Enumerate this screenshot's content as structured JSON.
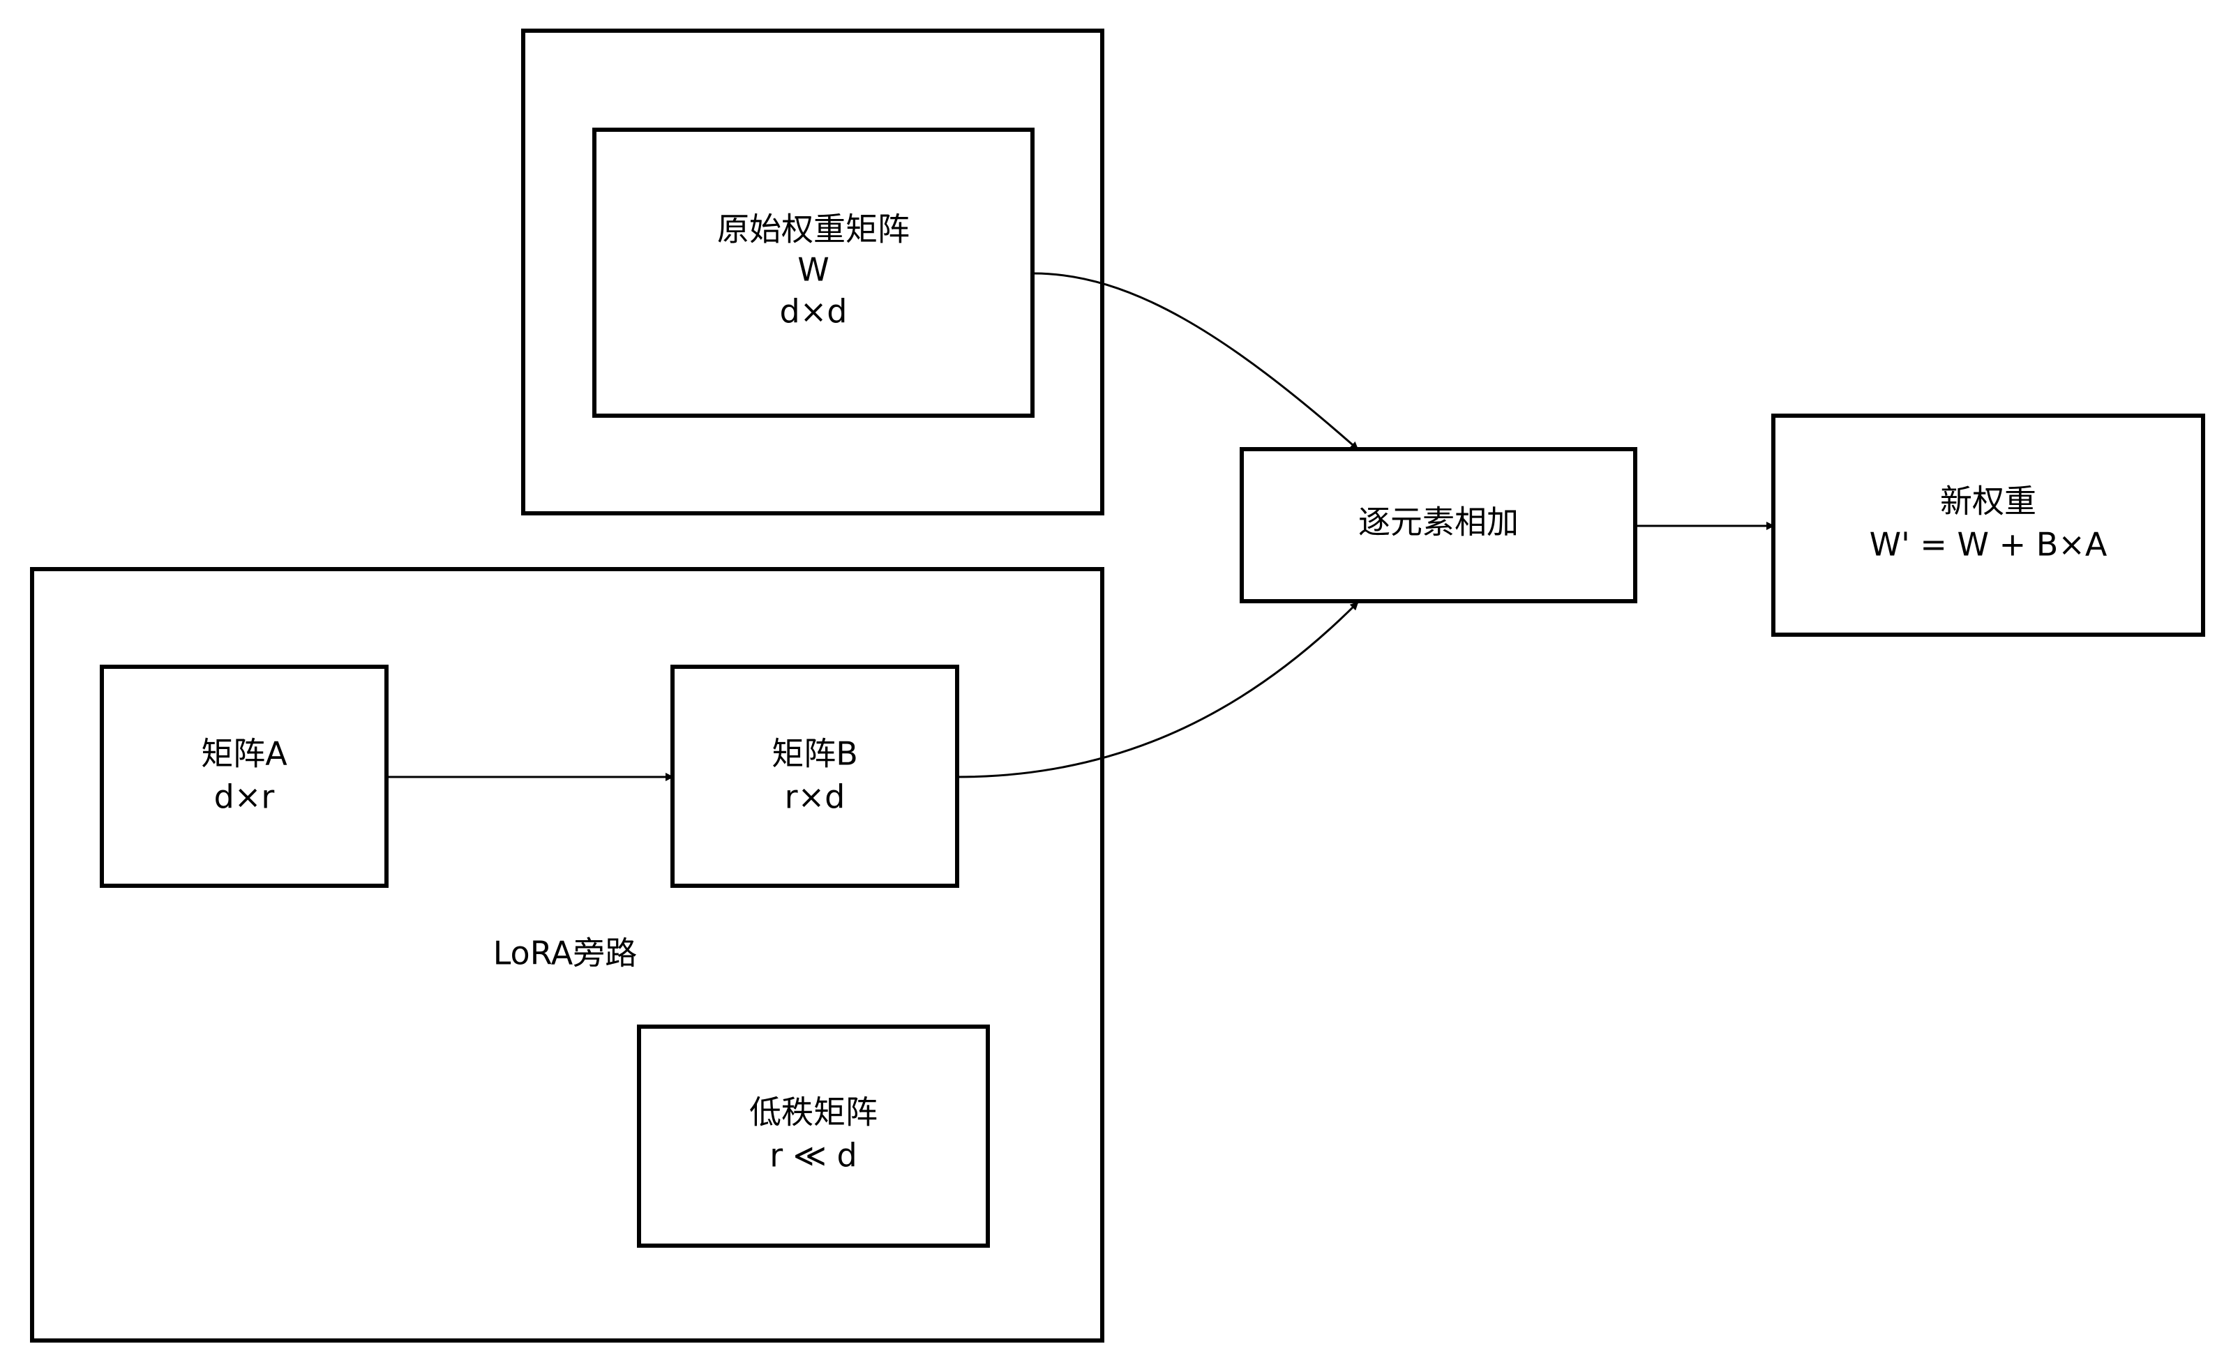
{
  "diagram": {
    "nodes": {
      "original_weight": {
        "line1": "原始权重矩阵",
        "line2": "W",
        "line3": "d×d"
      },
      "elementwise_add": {
        "line1": "逐元素相加"
      },
      "new_weight": {
        "line1": "新权重",
        "line2": "W' = W + B×A"
      },
      "matrix_a": {
        "line1": "矩阵A",
        "line2": "d×r"
      },
      "matrix_b": {
        "line1": "矩阵B",
        "line2": "r×d"
      },
      "low_rank": {
        "line1": "低秩矩阵",
        "line2": "r ≪ d"
      }
    },
    "groups": {
      "lora_bypass": {
        "label": "LoRA旁路"
      }
    },
    "colors": {
      "stroke": "#000000",
      "fill": "#ffffff",
      "text": "#000000"
    }
  }
}
